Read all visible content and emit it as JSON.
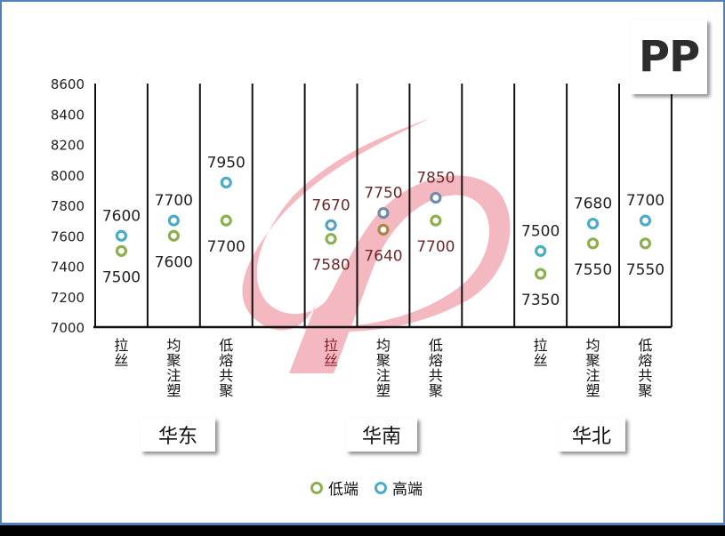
{
  "title_badge": "PP",
  "regions": [
    {
      "label": "华东",
      "x": 158,
      "w": 84
    },
    {
      "label": "华南",
      "x": 389,
      "w": 80
    },
    {
      "label": "华北",
      "x": 627,
      "w": 76
    }
  ],
  "legend": [
    {
      "label": "低端",
      "color": "#8db04e"
    },
    {
      "label": "高端",
      "color": "#4bacc6"
    }
  ],
  "colors": {
    "low": "#8db04e",
    "high": "#4bacc6",
    "high_overlay": "#6f8caa",
    "low_overlay": "#a6894a",
    "grid": "#111111",
    "watermark": "#f4b8c0",
    "border": "#4f81bd"
  },
  "chart_data": {
    "type": "scatter",
    "title": "PP",
    "xlabel": "",
    "ylabel": "",
    "ylim": [
      7000,
      8600
    ],
    "yticks": [
      7000,
      7200,
      7400,
      7600,
      7800,
      8000,
      8200,
      8400,
      8600
    ],
    "grid": "vertical separators",
    "legend_position": "bottom",
    "groups": [
      "华东",
      "华南",
      "华北"
    ],
    "categories": [
      "拉丝",
      "均聚注塑",
      "低熔共聚",
      "拉丝",
      "均聚注塑",
      "低熔共聚",
      "拉丝",
      "均聚注塑",
      "低熔共聚"
    ],
    "series": [
      {
        "name": "低端",
        "values": [
          7500,
          7600,
          7700,
          7580,
          7640,
          7700,
          7350,
          7550,
          7550
        ]
      },
      {
        "name": "高端",
        "values": [
          7600,
          7700,
          7950,
          7670,
          7750,
          7850,
          7500,
          7680,
          7700
        ]
      }
    ]
  },
  "cat_labels": [
    "拉丝",
    "均聚注塑",
    "低熔共聚",
    "拉丝",
    "均聚注塑",
    "低熔共聚",
    "拉丝",
    "均聚注塑",
    "低熔共聚"
  ]
}
